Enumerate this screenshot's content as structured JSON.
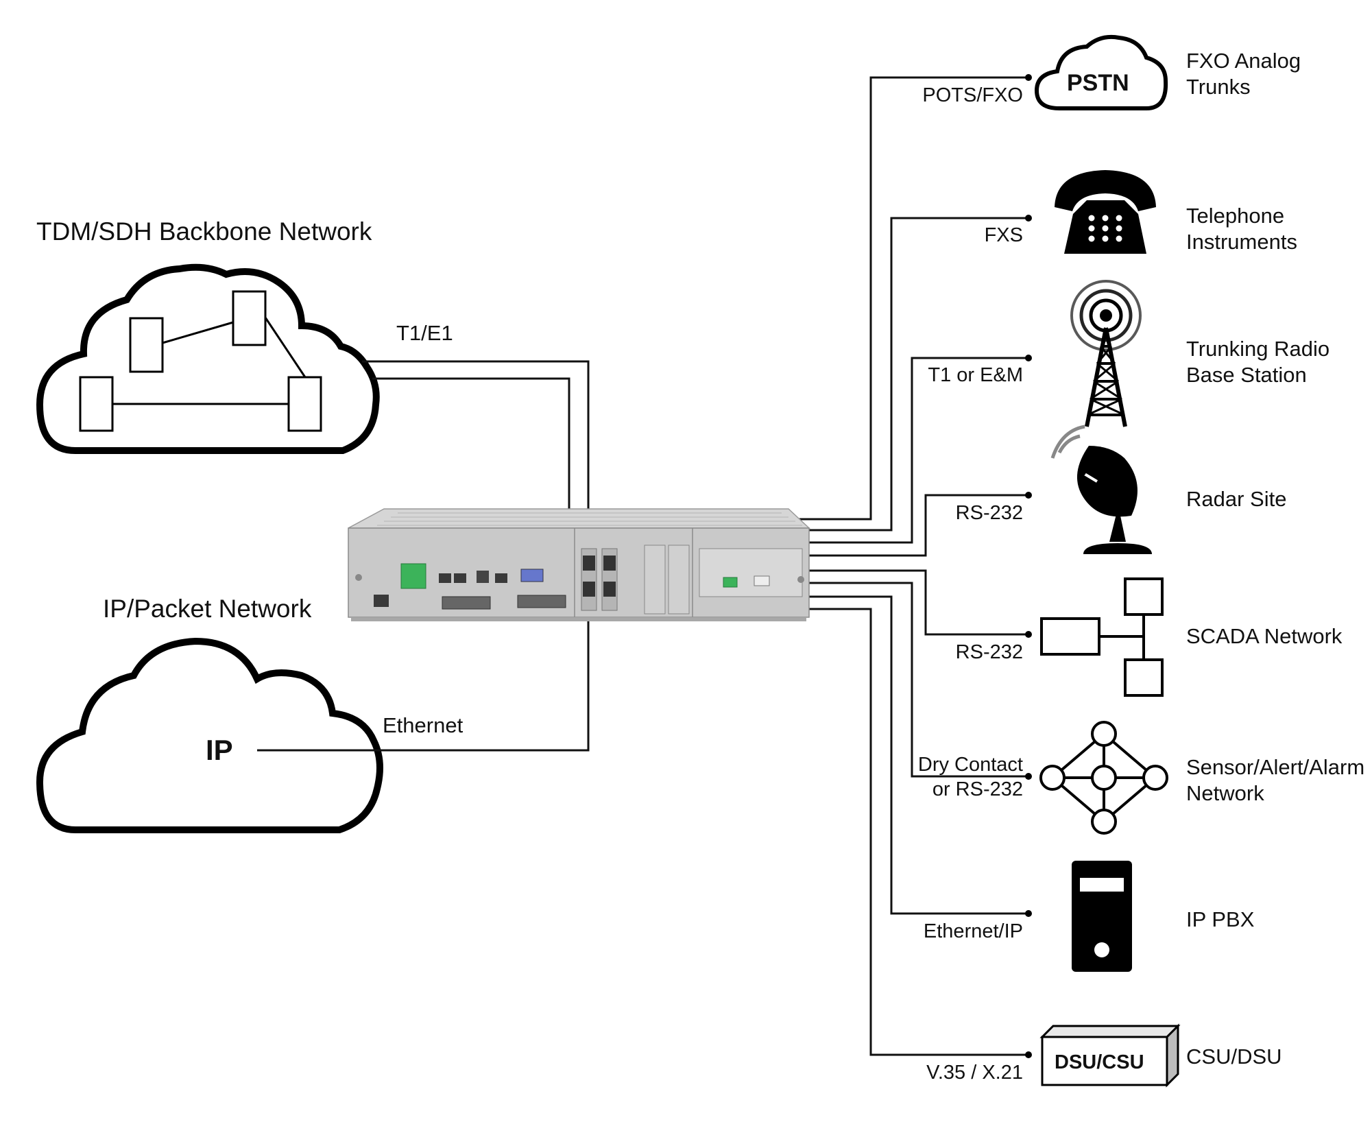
{
  "networks": {
    "tdm_title": "TDM/SDH Backbone Network",
    "ip_title": "IP/Packet Network",
    "ip_cloud_label": "IP"
  },
  "links": {
    "t1e1": "T1/E1",
    "ethernet": "Ethernet"
  },
  "ports": [
    {
      "label_lines": [
        "POTS/FXO"
      ],
      "device": {
        "label_lines": [
          "FXO Analog",
          "Trunks"
        ],
        "icon": "pstn-cloud-icon",
        "icon_text": "PSTN"
      }
    },
    {
      "label_lines": [
        "FXS"
      ],
      "device": {
        "label_lines": [
          "Telephone",
          "Instruments"
        ],
        "icon": "telephone-icon"
      }
    },
    {
      "label_lines": [
        "T1 or E&M"
      ],
      "device": {
        "label_lines": [
          "Trunking Radio",
          "Base Station"
        ],
        "icon": "radio-tower-icon"
      }
    },
    {
      "label_lines": [
        "RS-232"
      ],
      "device": {
        "label_lines": [
          "Radar Site"
        ],
        "icon": "radar-dish-icon"
      }
    },
    {
      "label_lines": [
        "RS-232"
      ],
      "device": {
        "label_lines": [
          "SCADA Network"
        ],
        "icon": "scada-network-icon"
      }
    },
    {
      "label_lines": [
        "Dry Contact",
        "or RS-232"
      ],
      "device": {
        "label_lines": [
          "Sensor/Alert/Alarm",
          "Network"
        ],
        "icon": "sensor-network-icon"
      }
    },
    {
      "label_lines": [
        "Ethernet/IP"
      ],
      "device": {
        "label_lines": [
          "IP PBX"
        ],
        "icon": "server-tower-icon"
      }
    },
    {
      "label_lines": [
        "V.35 / X.21"
      ],
      "device": {
        "label_lines": [
          "CSU/DSU"
        ],
        "icon": "dsu-csu-box-icon",
        "icon_text": "DSU/CSU"
      }
    }
  ],
  "colors": {
    "line": "#111111",
    "chassis": "#c9c9c9",
    "chassis_top": "#d6d6d6",
    "terminal_green": "#3cb35a",
    "connector_blue": "#6677cc"
  }
}
